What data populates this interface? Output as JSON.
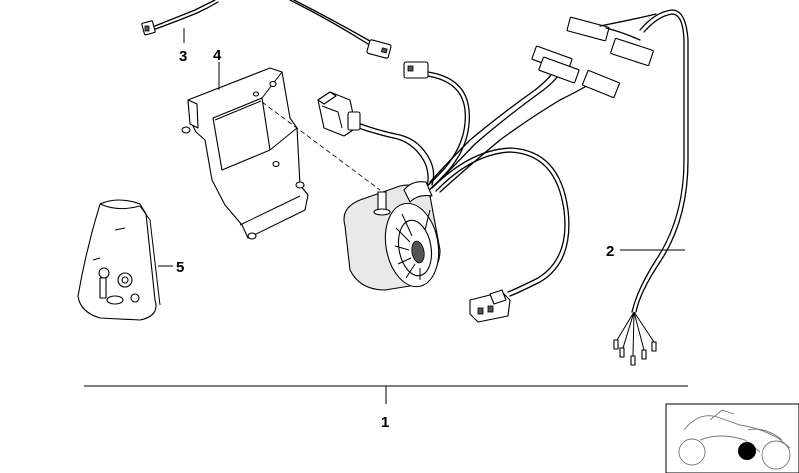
{
  "callouts": [
    {
      "id": "1",
      "label": "1"
    },
    {
      "id": "2",
      "label": "2"
    },
    {
      "id": "3",
      "label": "3"
    },
    {
      "id": "4",
      "label": "4"
    },
    {
      "id": "5",
      "label": "5"
    }
  ],
  "colors": {
    "line": "#000000",
    "shading": "#e9e9e9",
    "background": "#ffffff",
    "thumbnail_marker": "#000000"
  }
}
